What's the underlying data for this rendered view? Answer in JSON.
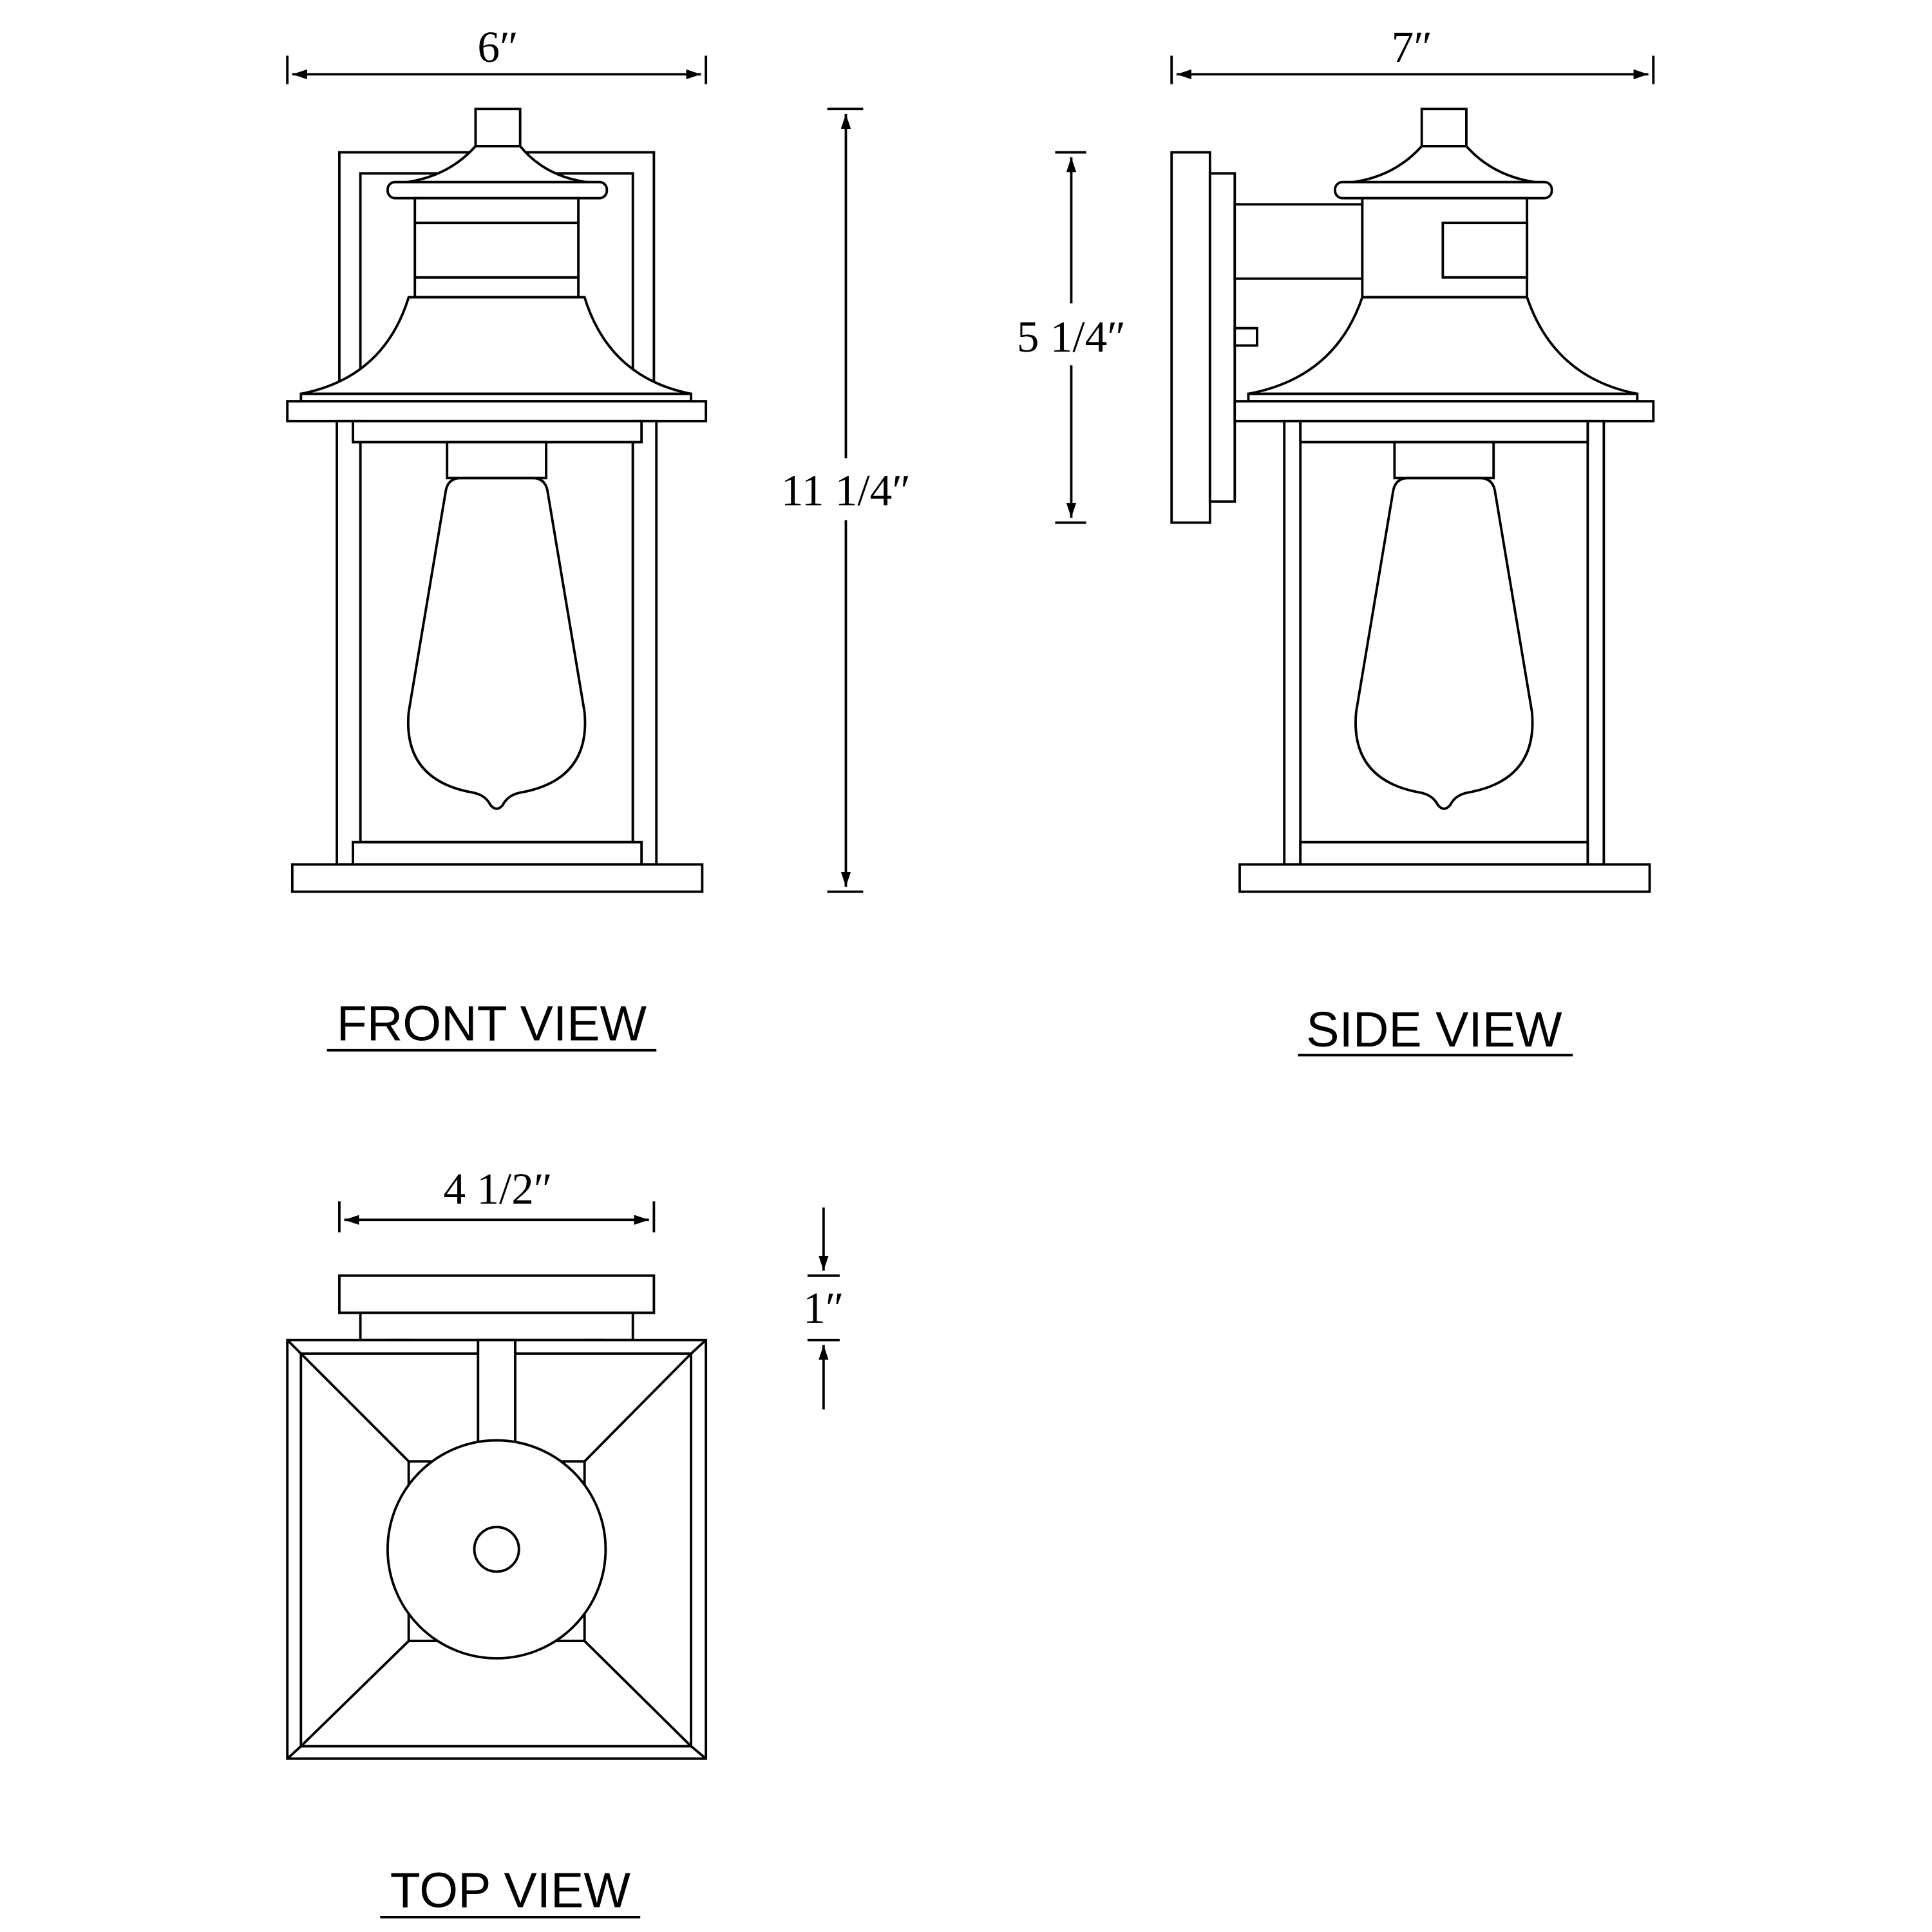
{
  "views": {
    "front": {
      "label": "FRONT VIEW",
      "width": "6″",
      "height": "11 1/4″"
    },
    "side": {
      "label": "SIDE VIEW",
      "width": "7″",
      "backplate_height": "5 1/4″"
    },
    "top": {
      "label": "TOP VIEW",
      "width": "4 1/2″",
      "extension": "1″"
    }
  },
  "colors": {
    "line": "#000000",
    "background": "#ffffff"
  }
}
